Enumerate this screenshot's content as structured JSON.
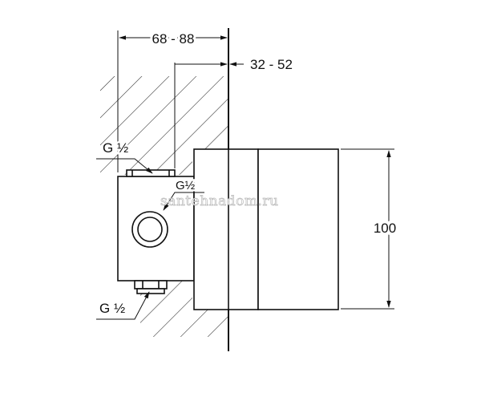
{
  "dimensions": {
    "installation_depth": "68 - 88",
    "cover_offset": "32 - 52",
    "height": "100"
  },
  "connections": {
    "top_inlet": "G ½",
    "side_outlet": "G½",
    "bottom_inlet": "G ½"
  },
  "watermark": "santehnadom.ru",
  "colors": {
    "line": "#111111",
    "background": "#ffffff"
  }
}
